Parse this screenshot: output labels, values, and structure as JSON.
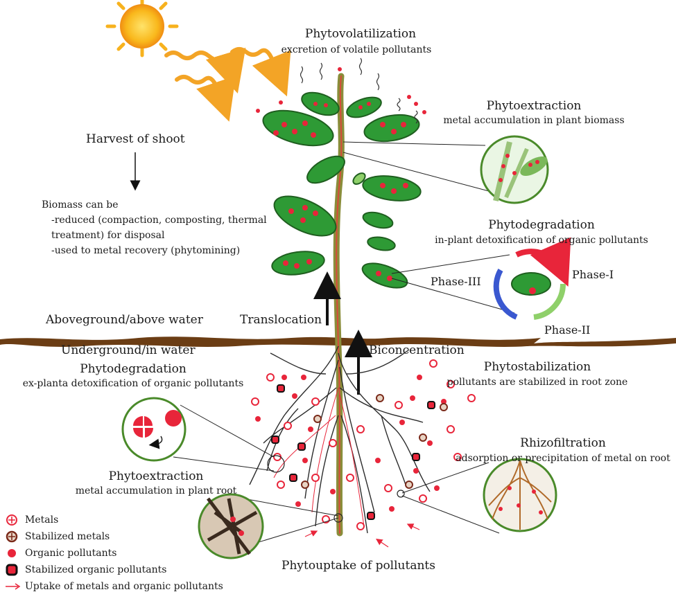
{
  "phytovolatilization": {
    "title": "Phytovolatilization",
    "subtitle": "excretion of volatile pollutants"
  },
  "phytoextraction_shoot": {
    "title": "Phytoextraction",
    "subtitle": "metal accumulation in plant biomass"
  },
  "harvest": {
    "title": "Harvest of shoot",
    "lines": [
      "Biomass can be",
      "-reduced (compaction, composting, thermal",
      "treatment) for disposal",
      "-used to metal recovery (phytomining)"
    ]
  },
  "phytodegradation_in": {
    "title": "Phytodegradation",
    "subtitle": "in-plant detoxification of organic pollutants",
    "phases": [
      "Phase-I",
      "Phase-II",
      "Phase-III"
    ]
  },
  "aboveground": "Aboveground/above water",
  "underground": "Underground/in water",
  "translocation": "Translocation",
  "bioconcentration": "Biconcentration",
  "phytodegradation_ex": {
    "title": "Phytodegradation",
    "subtitle": "ex-planta detoxification of organic pollutants"
  },
  "phytostabilization": {
    "title": "Phytostabilization",
    "subtitle": "pollutants are stabilized in root zone"
  },
  "phytoextraction_root": {
    "title": "Phytoextraction",
    "subtitle": "metal accumulation in plant root"
  },
  "rhizofiltration": {
    "title": "Rhizofiltration",
    "subtitle": "adsorption or precipitation of metal on root"
  },
  "phytouptake": "Phytouptake of pollutants",
  "legend": [
    {
      "icon": "metal-icon",
      "label": "Metals"
    },
    {
      "icon": "stabilized-metal-icon",
      "label": "Stabilized metals"
    },
    {
      "icon": "organic-pollutant-icon",
      "label": "Organic pollutants"
    },
    {
      "icon": "stabilized-organic-pollutant-icon",
      "label": "Stabilized organic pollutants"
    },
    {
      "icon": "uptake-arrow-icon",
      "label": "Uptake of metals and organic pollutants"
    }
  ],
  "colors": {
    "sun": "#f7b21e",
    "sun_ray": "#f3a426",
    "soil": "#6b3d14",
    "leaf": "#2e9a35",
    "leaf_dark": "#1f5e1f",
    "pollutant": "#e8253a",
    "stem": "#8a8d3a",
    "root": "#2b2b2b",
    "circle_border": "#4a8a2a"
  }
}
